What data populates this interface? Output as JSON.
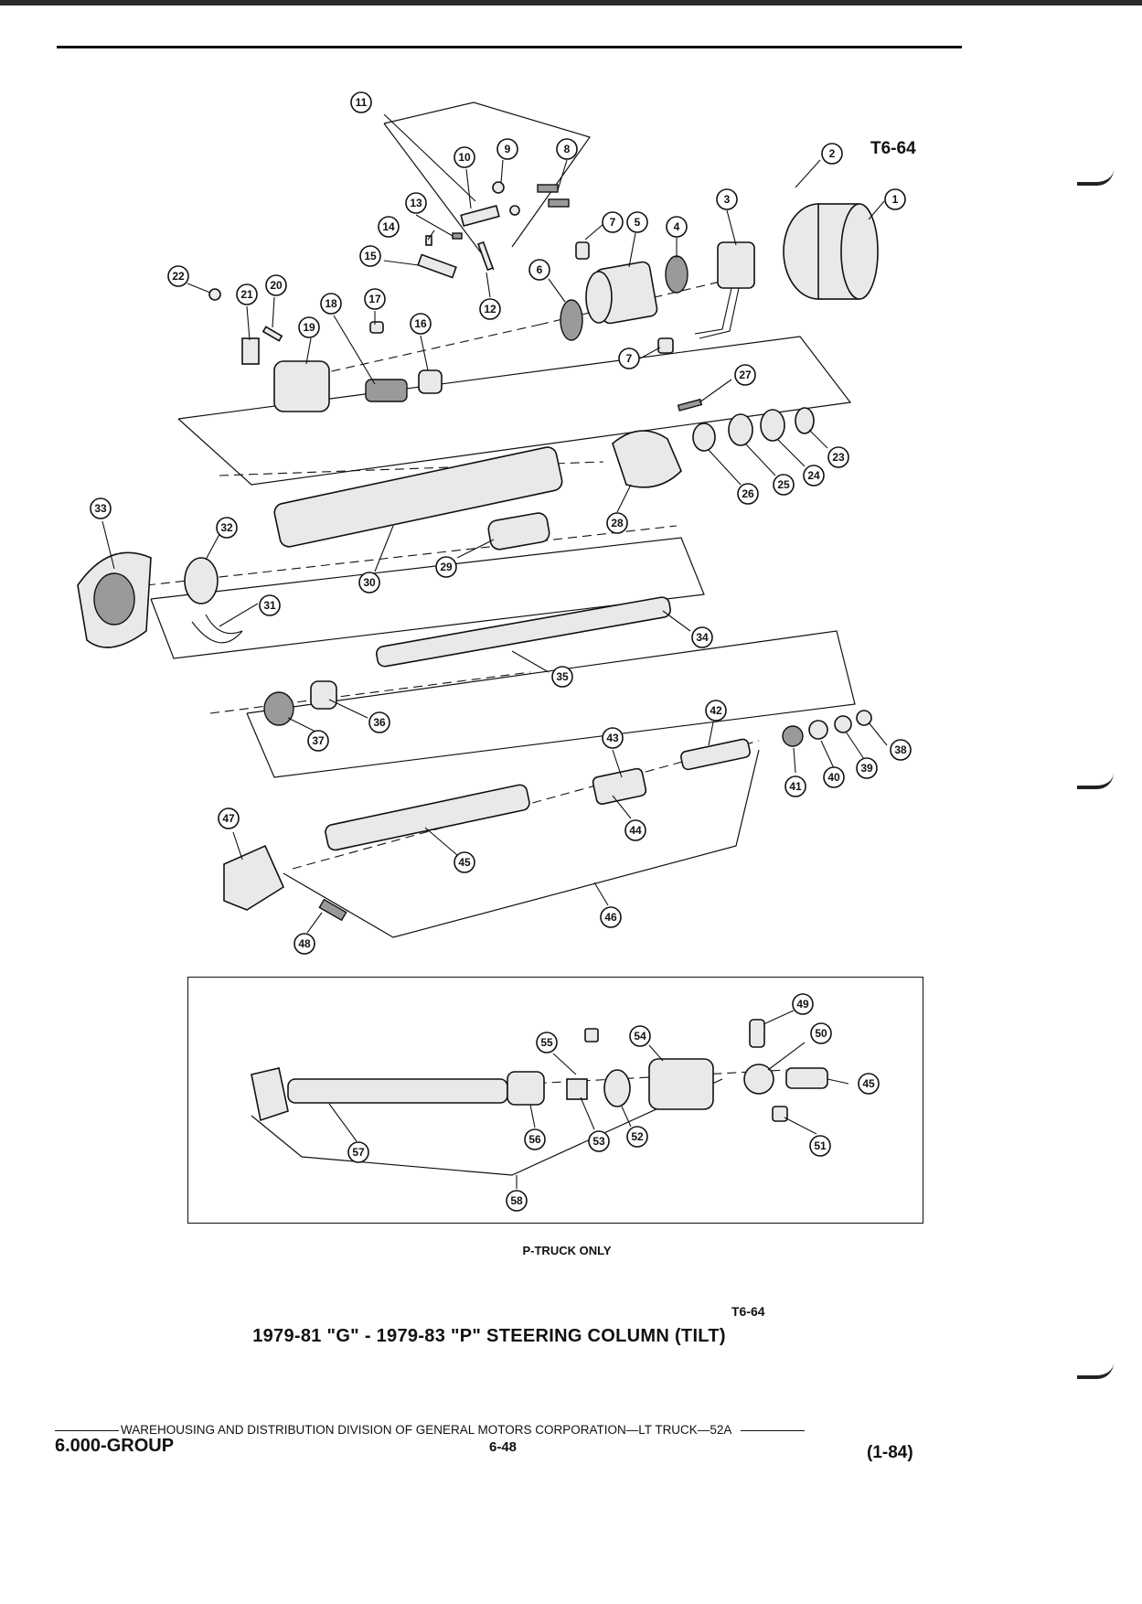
{
  "figure_code": "T6-64",
  "callouts": [
    "1",
    "2",
    "3",
    "4",
    "5",
    "6",
    "7",
    "7",
    "8",
    "9",
    "10",
    "11",
    "12",
    "13",
    "14",
    "15",
    "16",
    "17",
    "18",
    "19",
    "20",
    "21",
    "22",
    "23",
    "24",
    "25",
    "26",
    "27",
    "28",
    "29",
    "30",
    "31",
    "32",
    "33",
    "34",
    "35",
    "36",
    "37",
    "38",
    "39",
    "40",
    "41",
    "42",
    "43",
    "44",
    "45",
    "46",
    "47",
    "48",
    "49",
    "50",
    "51",
    "52",
    "53",
    "54",
    "55",
    "56",
    "57",
    "58",
    "45"
  ],
  "inset_caption": "P-TRUCK ONLY",
  "figure_title": "1979-81 \"G\" - 1979-83 \"P\" STEERING COLUMN (TILT)",
  "footer": {
    "line": "WAREHOUSING AND DISTRIBUTION  DIVISION OF GENERAL MOTORS CORPORATION—LT TRUCK—52A",
    "group": "6.000-GROUP",
    "page": "6-48",
    "revision": "(1-84)"
  }
}
